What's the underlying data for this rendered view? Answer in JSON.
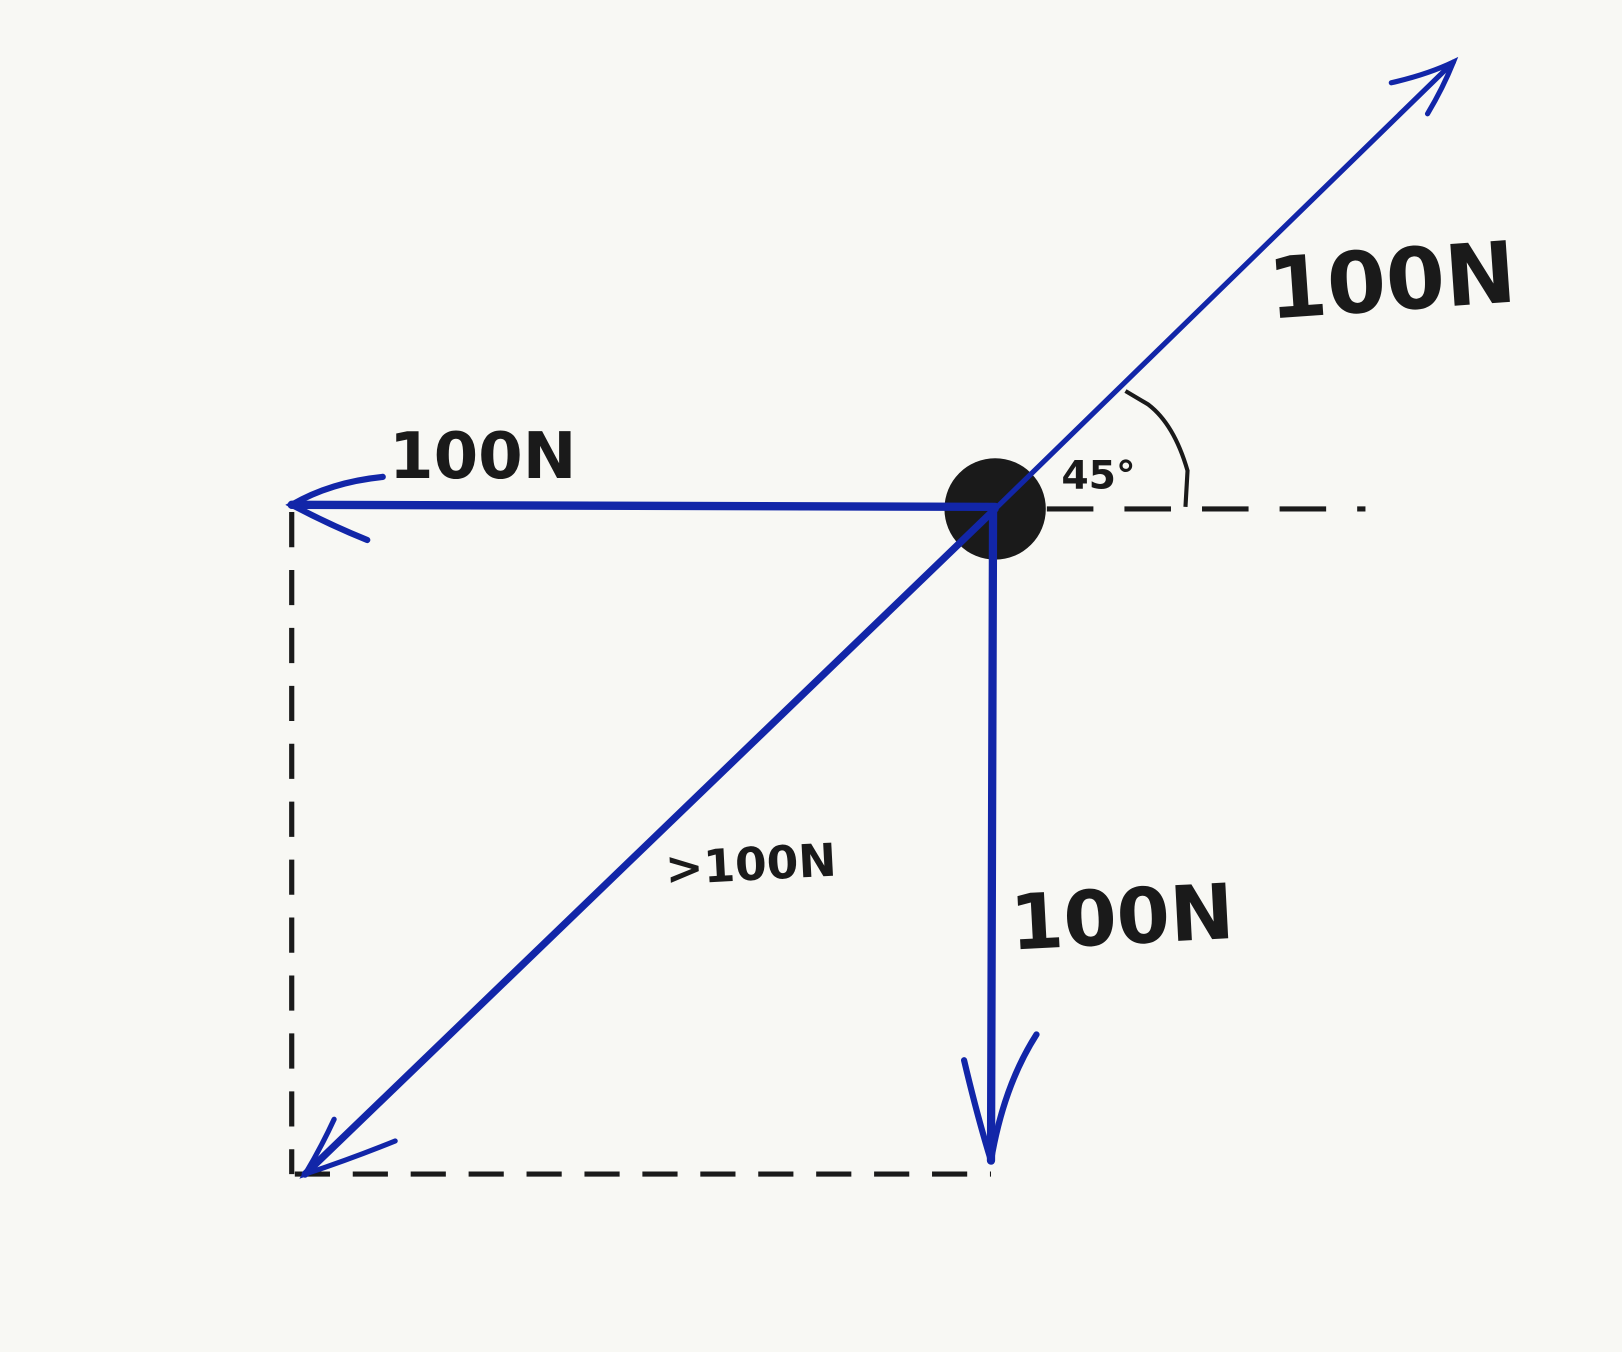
{
  "title": "Force vector diagram",
  "colors": {
    "background": "#f8f8f4",
    "vector": "#1226a8",
    "ink": "#1a1a1a"
  },
  "labels": {
    "up_right": "100N",
    "left": "100N",
    "down": "100N",
    "resultant": ">100N",
    "angle": "45°"
  }
}
